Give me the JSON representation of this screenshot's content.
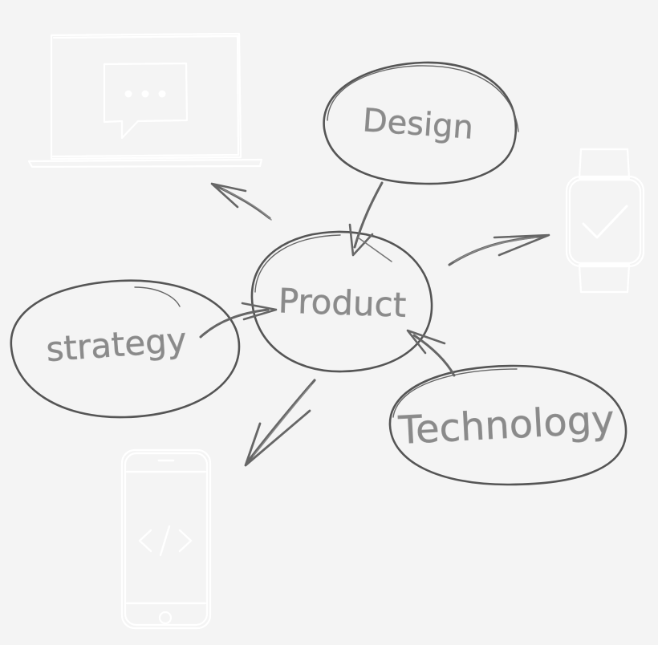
{
  "nodes": {
    "center": {
      "label": "Product"
    },
    "design": {
      "label": "Design"
    },
    "strategy": {
      "label": "strategy"
    },
    "technology": {
      "label": "Technology"
    }
  },
  "device_icons": [
    "laptop-chat-icon",
    "smartwatch-check-icon",
    "phone-code-icon"
  ],
  "colors": {
    "background": "#f4f4f4",
    "ink": "#555555",
    "text": "#8a8a8a",
    "faint_icon": "#ffffff"
  }
}
